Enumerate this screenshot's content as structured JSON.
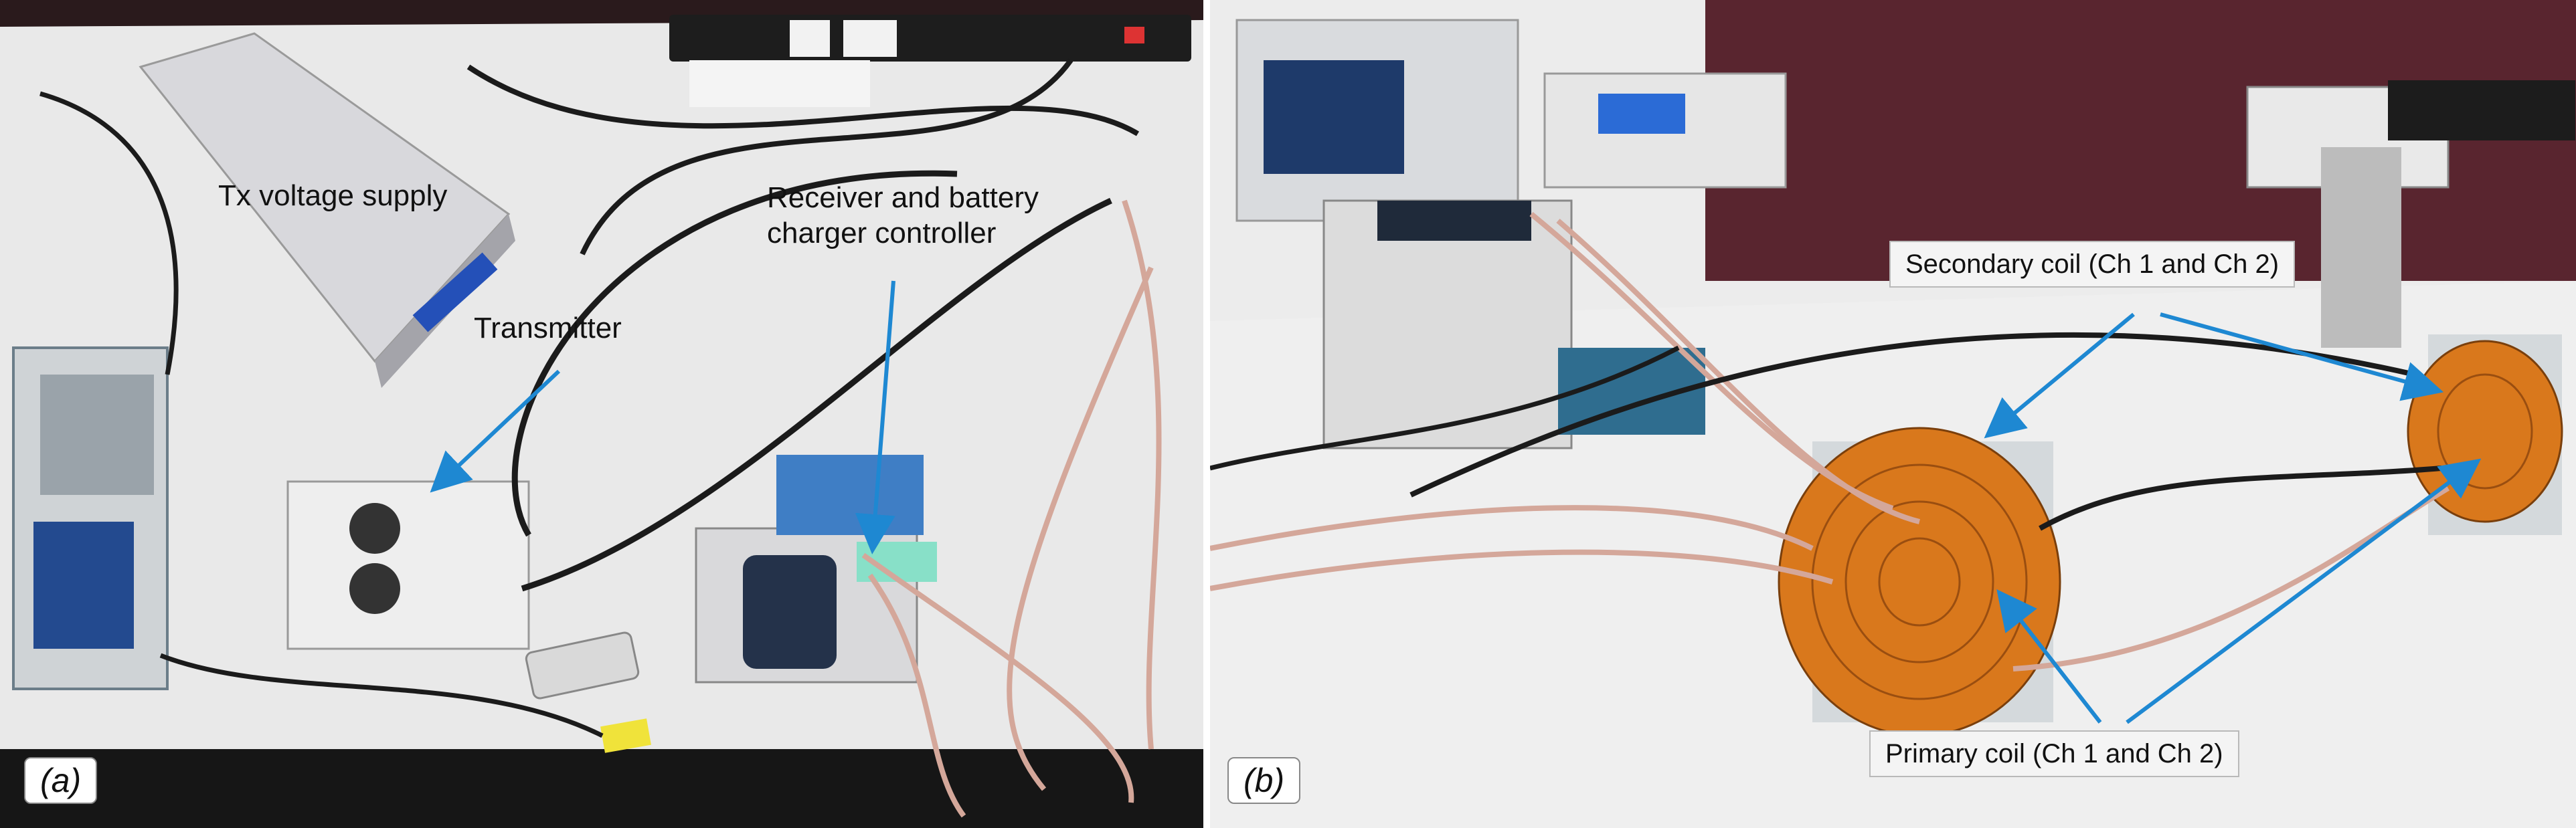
{
  "panels": [
    {
      "tag": "(a)",
      "labels": {
        "tx_supply": "Tx voltage supply",
        "transmitter": "Transmitter",
        "receiver": "Receiver and battery\ncharger controller"
      }
    },
    {
      "tag": "(b)",
      "labels": {
        "secondary": "Secondary coil (Ch 1 and Ch 2)",
        "primary": "Primary coil (Ch 1 and Ch 2)"
      }
    }
  ],
  "colors": {
    "arrow": "#1e88d2",
    "coil": "#d9781c",
    "cable": "#d4a79a",
    "bench": "#efefef"
  }
}
